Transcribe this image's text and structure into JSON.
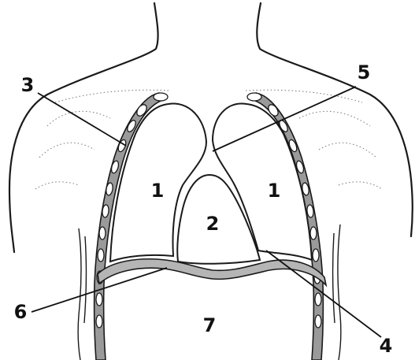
{
  "labels": {
    "left_lung": "1",
    "right_lung": "1",
    "heart": "2",
    "left_pleura": "3",
    "right_diaphragm_pleura": "4",
    "mediastinum": "5",
    "diaphragm": "6",
    "abdomen": "7"
  }
}
